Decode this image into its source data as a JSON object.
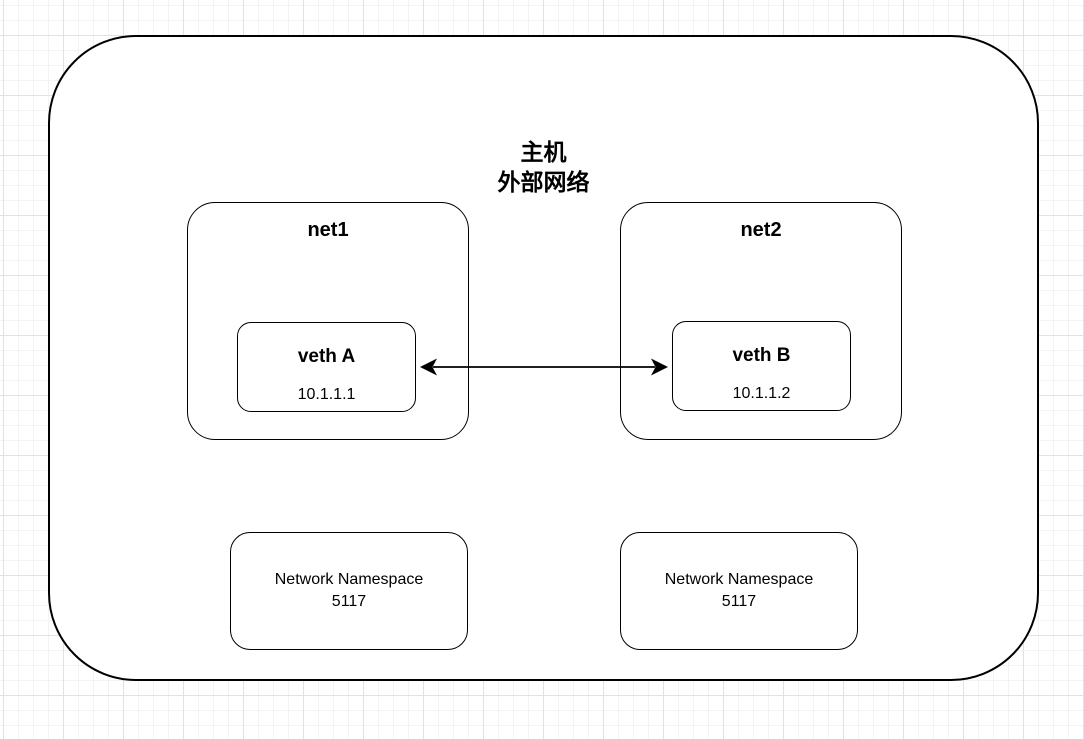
{
  "diagram": {
    "title": {
      "line1": "主机",
      "line2": "外部网络"
    },
    "net1": {
      "label": "net1",
      "veth_label": "veth A",
      "veth_ip": "10.1.1.1"
    },
    "net2": {
      "label": "net2",
      "veth_label": "veth B",
      "veth_ip": "10.1.1.2"
    },
    "ns_left": {
      "line1": "Network Namespace",
      "line2": "5117"
    },
    "ns_right": {
      "line1": "Network Namespace",
      "line2": "5117"
    },
    "connection": {
      "type": "double-arrow",
      "from": "veth A",
      "to": "veth B"
    },
    "colors": {
      "stroke": "#000000",
      "fill": "#ffffff",
      "grid_minor": "#f3f3f3",
      "grid_major": "#e2e2e2"
    }
  }
}
